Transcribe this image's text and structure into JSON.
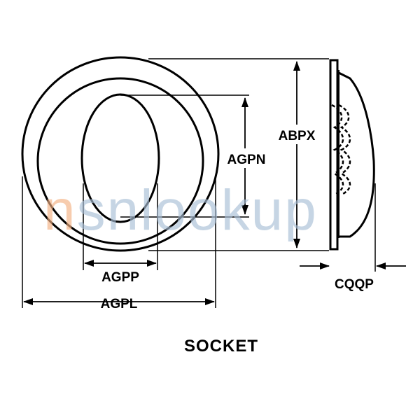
{
  "watermark": {
    "lead": "n",
    "rest": "snlookup",
    "lead_color": "#f4b183",
    "rest_color": "#a9bfd6"
  },
  "dimensions": {
    "abpx": "ABPX",
    "agpn": "AGPN",
    "agpp": "AGPP",
    "agpl": "AGPL",
    "cqqp": "CQQP"
  },
  "caption": "SOCKET",
  "colors": {
    "line": "#000000",
    "background": "#ffffff"
  }
}
